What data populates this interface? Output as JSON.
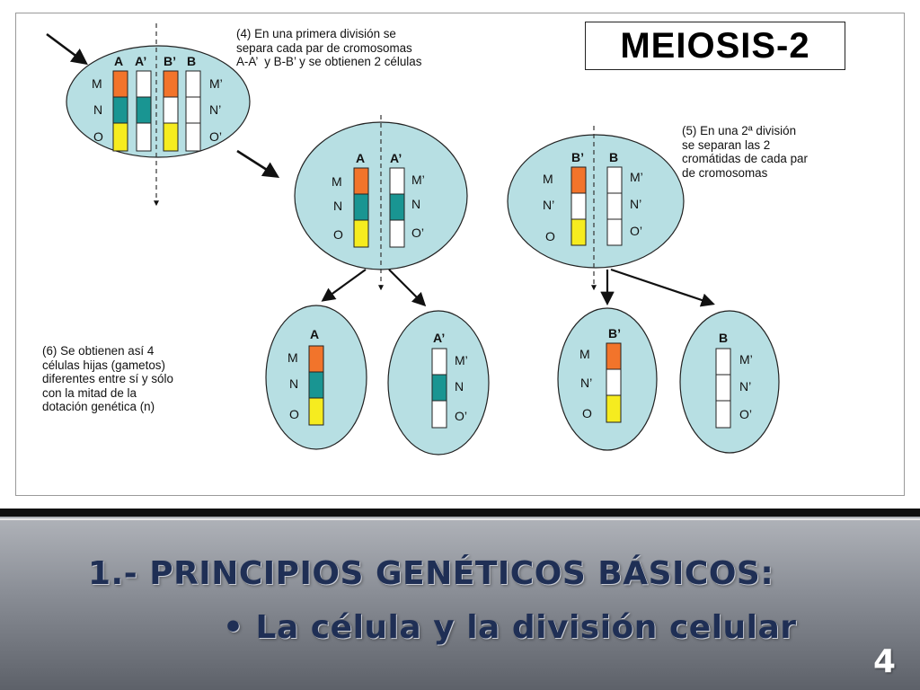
{
  "title": "MEIOSIS-2",
  "captions": {
    "step4": "(4) En una primera división se\nsepara cada par de cromosomas\nA-A’  y B-B’ y se obtienen 2 células",
    "step5": "(5) En una 2ª división\nse separan las 2\ncromátidas de cada par\nde cromosomas",
    "step6": "(6) Se obtienen así 4\ncélulas hijas (gametos)\ndiferentes entre sí y sólo\ncon la mitad de la\ndotación genética (n)"
  },
  "colors": {
    "cell_fill": "#b7dfe3",
    "M": "#f2742b",
    "N": "#199592",
    "O": "#f6ec1f",
    "blank": "#ffffff"
  },
  "cells": {
    "parent": {
      "chromosome_labels": [
        "A",
        "A’",
        "B’",
        "B"
      ],
      "left_labels": [
        "M",
        "N",
        "O"
      ],
      "right_labels": [
        "M’",
        "N’",
        "O’"
      ]
    },
    "division1_left": {
      "chromosome_labels": [
        "A",
        "A’"
      ],
      "left_labels": [
        "M",
        "N",
        "O"
      ],
      "right_labels": [
        "M’",
        "N",
        "O’"
      ]
    },
    "division1_right": {
      "chromosome_labels": [
        "B’",
        "B"
      ],
      "left_labels": [
        "M",
        "N’",
        "O"
      ],
      "right_labels": [
        "M’",
        "N’",
        "O’"
      ]
    },
    "gamete_A": {
      "chromosome_label": "A",
      "labels": [
        "M",
        "N",
        "O"
      ]
    },
    "gamete_A_prime": {
      "chromosome_label": "A’",
      "labels": [
        "M’",
        "N",
        "O’"
      ]
    },
    "gamete_B_prime": {
      "chromosome_label": "B’",
      "labels": [
        "M",
        "N’",
        "O"
      ]
    },
    "gamete_B": {
      "chromosome_label": "B",
      "labels": [
        "M’",
        "N’",
        "O’"
      ]
    }
  },
  "footer": {
    "heading_main": "1.- PRINCIPIOS GENÉTICOS BÁSICOS:",
    "heading_sub": "• La célula y la división celular",
    "page_number": "4"
  }
}
